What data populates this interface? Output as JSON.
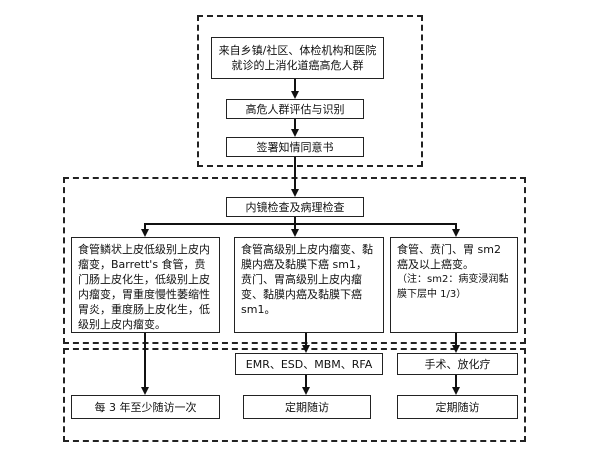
{
  "nodes": {
    "source": [
      "来自乡镇/社区、体检机构和医院",
      "就诊的上消化道癌高危人群"
    ],
    "assess": "高危人群评估与识别",
    "consent": "签署知情同意书",
    "endoscopy": "内镜检查及病理检查",
    "low_grade": "食管鳞状上皮低级别上皮内瘤变，Barrett's 食管，贲门肠上皮化生，低级别上皮内瘤变，胃重度慢性萎缩性胃炎，重度肠上皮化生，低级别上皮内瘤变。",
    "high_grade": "食管高级别上皮内瘤变、黏膜内癌及黏膜下癌 sm1，贲门、胃高级别上皮内瘤变、黏膜内癌及黏膜下癌 sm1。",
    "advanced": "食管、贲门、胃 sm2 癌及以上癌变。",
    "advanced_note": "（注：sm2：病变浸润黏膜下层中 1/3）",
    "followup_3yr": "每 3 年至少随访一次",
    "emr": "EMR、ESD、MBM、RFA",
    "surgery": "手术、放化疗",
    "regular_followup_1": "定期随访",
    "regular_followup_2": "定期随访"
  }
}
